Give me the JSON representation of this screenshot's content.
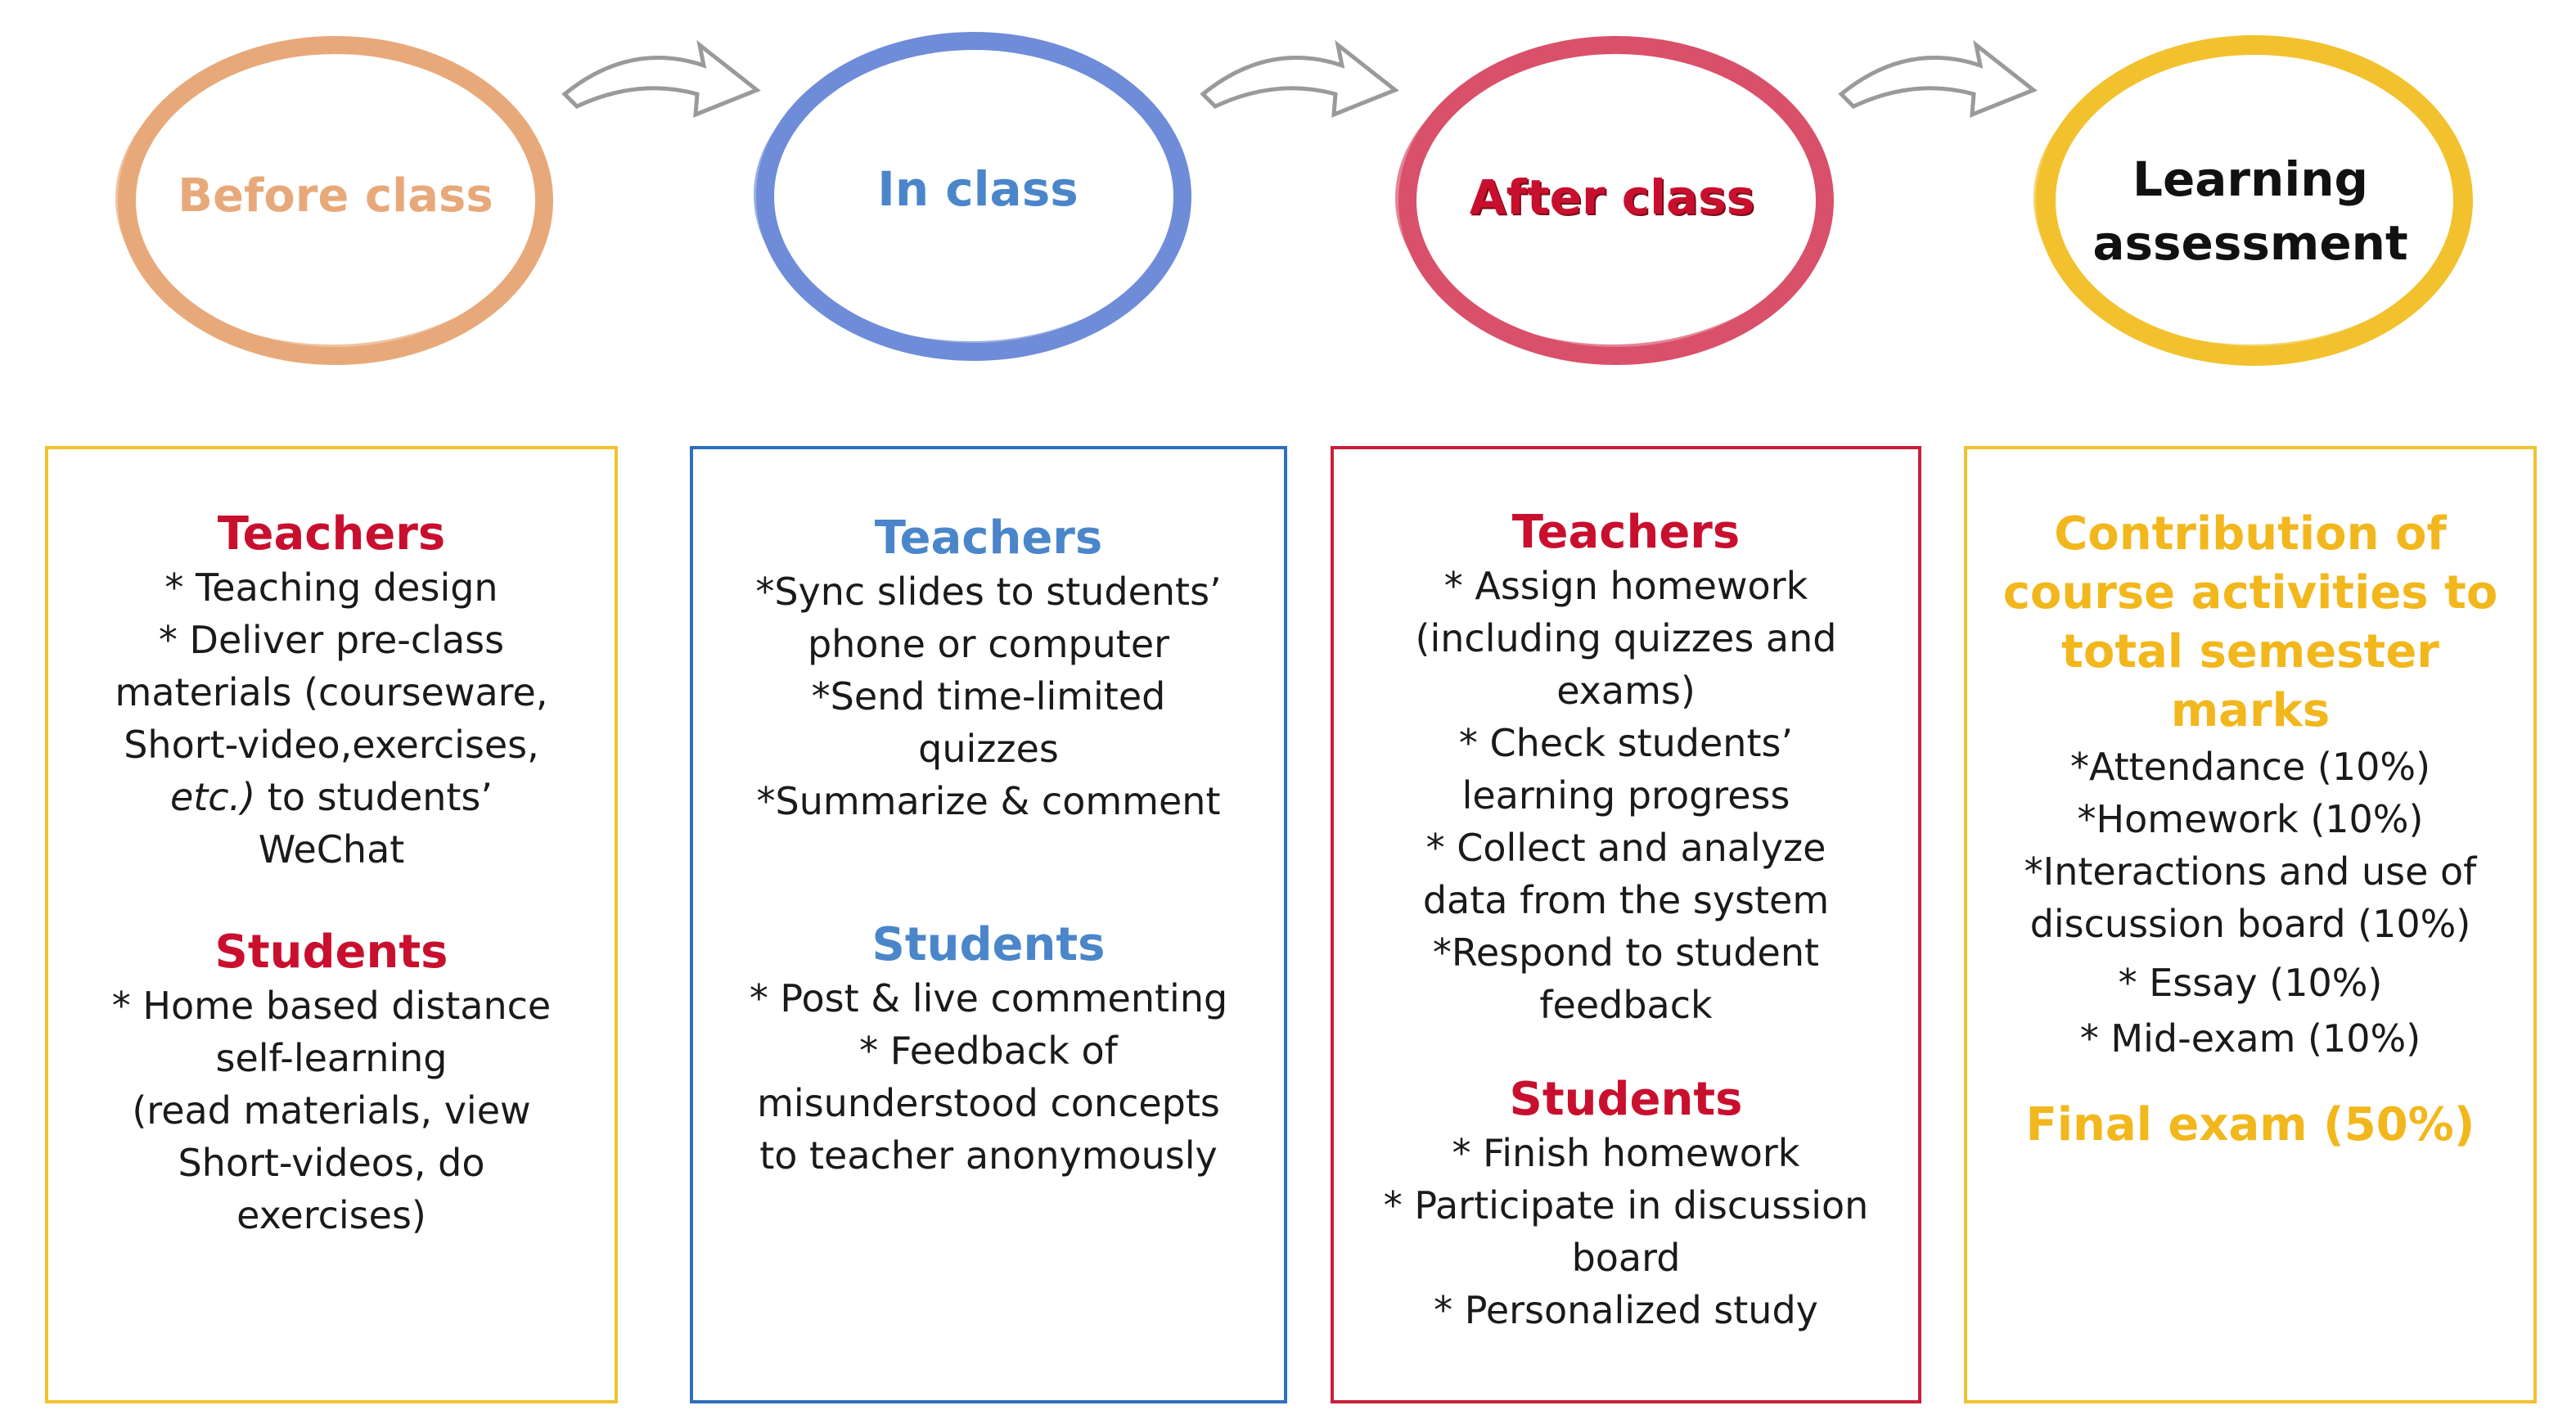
{
  "stages": [
    {
      "label": "Before class",
      "color": "#E8A97A"
    },
    {
      "label": "In class",
      "color": "#6F8CD8"
    },
    {
      "label": "After class",
      "color": "#D9506A"
    },
    {
      "label": "Learning assessment",
      "line1": "Learning",
      "line2": "assessment",
      "color": "#F2C12E"
    }
  ],
  "panels": {
    "before": {
      "teachers_title": "Teachers",
      "teachers_lines": [
        "* Teaching design",
        "* Deliver pre-class",
        "materials (courseware,",
        "Short-video,exercises,",
        "to students’",
        "WeChat"
      ],
      "etc": "etc.)",
      "students_title": "Students",
      "students_lines": [
        "* Home based distance",
        "self-learning",
        "(read materials, view",
        "Short-videos, do",
        "exercises)"
      ]
    },
    "inclass": {
      "teachers_title": "Teachers",
      "teachers_lines": [
        "*Sync slides to students’",
        "phone or computer",
        "*Send time-limited",
        "quizzes",
        "*Summarize & comment"
      ],
      "students_title": "Students",
      "students_lines": [
        "* Post & live commenting",
        "* Feedback of",
        "misunderstood concepts",
        "to teacher anonymously"
      ]
    },
    "after": {
      "teachers_title": "Teachers",
      "teachers_lines": [
        "* Assign homework",
        "(including quizzes and",
        "exams)",
        "* Check students’",
        "learning progress",
        "* Collect and analyze",
        "data from the system",
        "*Respond to student",
        "feedback"
      ],
      "students_title": "Students",
      "students_lines": [
        "* Finish homework",
        "* Participate in discussion",
        "board",
        "* Personalized study"
      ]
    },
    "assessment": {
      "title_lines": [
        "Contribution of",
        "course activities to",
        "total semester",
        "marks"
      ],
      "items": [
        "*Attendance (10%)",
        "*Homework (10%)",
        "*Interactions and use of",
        "discussion board (10%)",
        "* Essay (10%)",
        "* Mid-exam (10%)"
      ],
      "final": "Final exam (50%)"
    }
  }
}
